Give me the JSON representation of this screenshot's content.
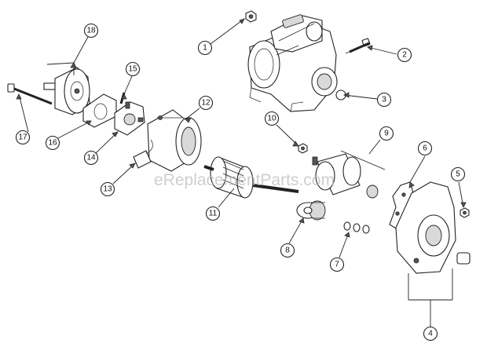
{
  "watermark": "eReplacementParts.com",
  "callouts": [
    {
      "id": "1",
      "label": "1"
    },
    {
      "id": "2",
      "label": "2"
    },
    {
      "id": "3",
      "label": "3"
    },
    {
      "id": "4",
      "label": "4"
    },
    {
      "id": "5",
      "label": "5"
    },
    {
      "id": "6",
      "label": "6"
    },
    {
      "id": "7",
      "label": "7"
    },
    {
      "id": "8",
      "label": "8"
    },
    {
      "id": "9",
      "label": "9"
    },
    {
      "id": "10",
      "label": "10"
    },
    {
      "id": "11",
      "label": "11"
    },
    {
      "id": "12",
      "label": "12"
    },
    {
      "id": "13",
      "label": "13"
    },
    {
      "id": "14",
      "label": "14"
    },
    {
      "id": "15",
      "label": "15"
    },
    {
      "id": "16",
      "label": "16"
    },
    {
      "id": "17",
      "label": "17"
    },
    {
      "id": "18",
      "label": "18"
    }
  ]
}
